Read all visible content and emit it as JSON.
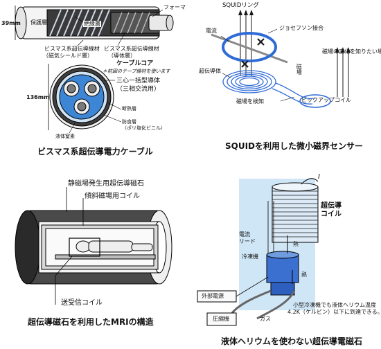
{
  "cable": {
    "caption": "ビスマス系超伝導電力ケーブル",
    "dim_top": "39mm",
    "dim_side": "136mm",
    "protect_layer": "保護層",
    "insulation": "絶縁層",
    "former": "フォーマ",
    "shield_wire": "ビスマス系超伝導線材",
    "shield_wire_sub": "（磁気シールド層）",
    "conductor_wire": "ビスマス系超伝導線材",
    "conductor_wire_sub": "（導体層）",
    "cable_core": "ケーブルコア",
    "tape_note": "＊前図のテープ線材を使います",
    "three_core": "三心一括型導体",
    "three_core_sub": "（三相交流用）",
    "thermal": "断熱層",
    "anticorrosion": "防食層",
    "anticorrosion_sub": "（ポリ塩化ビニル）",
    "nitrogen": "液体窒素"
  },
  "squid": {
    "caption": "SQUIDを利用した微小磁界センサー",
    "ring": "SQUIDリング",
    "current": "電流",
    "junction": "ジョセフソン接合",
    "superconductor": "超伝導体",
    "field": "磁場",
    "field_detect": "磁場を検知",
    "field_change": "磁場の変化を知りたい場所",
    "pickup": "ピックアップコイル"
  },
  "mri": {
    "caption": "超伝導磁石を利用したMRIの構造",
    "static_magnet": "静磁場発生用超伝導磁石",
    "gradient_coil": "傾斜磁場用コイル",
    "rf_coil": "送受信コイル"
  },
  "magnet": {
    "caption": "液体ヘリウムを使わない超伝導電磁石",
    "coil": "超伝導",
    "coil2": "コイル",
    "current_lead": "電流",
    "current_lead2": "リード",
    "heat": "熱",
    "cryocooler": "冷凍機",
    "external_power": "外部電源",
    "compressor": "圧縮機",
    "gas": "ガス",
    "note": "小型冷凍機でも液体ヘリウム温度",
    "note2": "4.2K（ケルビン）以下に到達できる。",
    "current_symbol": "I"
  },
  "colors": {
    "blue": "#3b6fd0",
    "light_blue": "#9cc3ea",
    "cyan": "#35b6e6",
    "gray": "#8a8a8a",
    "dark": "#1a1a1a"
  }
}
